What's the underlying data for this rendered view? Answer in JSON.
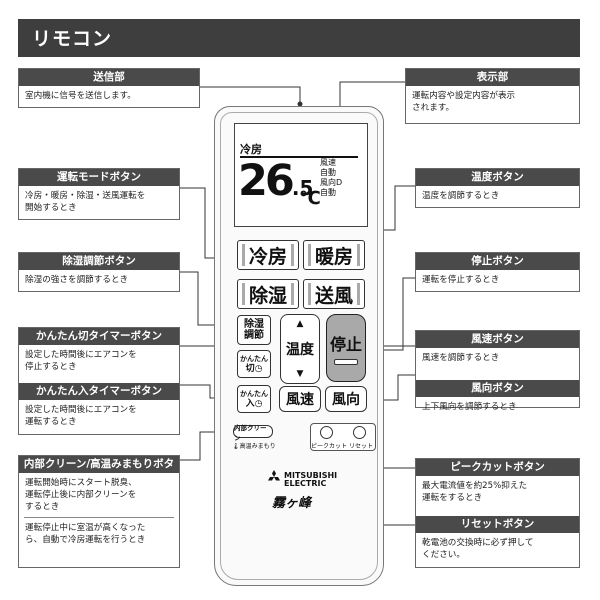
{
  "header": {
    "title": "リモコン"
  },
  "callouts": {
    "transmitter": {
      "title": "送信部",
      "desc": "室内機に信号を送信します。"
    },
    "display": {
      "title": "表示部",
      "desc": [
        "運転内容や設定内容が表示",
        "されます。"
      ]
    },
    "mode": {
      "title": "運転モードボタン",
      "desc": [
        "冷房・暖房・除湿・送風運転を",
        "開始するとき"
      ]
    },
    "temperature": {
      "title": "温度ボタン",
      "desc": "温度を調節するとき"
    },
    "dehumid": {
      "title": "除湿調節ボタン",
      "desc": "除湿の強さを調節するとき"
    },
    "stop": {
      "title": "停止ボタン",
      "desc": "運転を停止するとき"
    },
    "off_timer": {
      "title": "かんたん切タイマーボタン",
      "desc": [
        "設定した時間後にエアコンを",
        "停止するとき"
      ]
    },
    "on_timer": {
      "title": "かんたん入タイマーボタン",
      "desc": [
        "設定した時間後にエアコンを",
        "運転するとき"
      ]
    },
    "fan_speed": {
      "title": "風速ボタン",
      "desc": "風速を調節するとき"
    },
    "fan_direction": {
      "title": "風向ボタン",
      "desc": "上下風向を調節するとき"
    },
    "clean": {
      "title": "内部クリーン/高温みまもりボタン",
      "desc1": [
        "運転開始時にスタート脱臭、",
        "運転停止後に内部クリーンを",
        "するとき"
      ],
      "desc2": [
        "運転停止中に室温が高くなった",
        "ら、自動で冷房運転を行うとき"
      ]
    },
    "peak_cut": {
      "title": "ピークカットボタン",
      "desc": [
        "最大電流値を約25%抑えた",
        "運転をするとき"
      ]
    },
    "reset": {
      "title": "リセットボタン",
      "desc": [
        "乾電池の交換時に必ず押して",
        "ください。"
      ]
    }
  },
  "remote": {
    "display": {
      "mode": "冷房",
      "temp_main": "26",
      "temp_decimal": ".5",
      "unit": "℃",
      "status": [
        "風速",
        "自動",
        "風向D",
        "自動"
      ]
    },
    "buttons": {
      "cool": "冷房",
      "heat": "暖房",
      "dry": "除湿",
      "fan": "送風",
      "dehumid_adjust": [
        "除湿",
        "調節"
      ],
      "temperature": "温度",
      "stop": "停止",
      "off_timer": [
        "かんたん",
        "切"
      ],
      "on_timer": [
        "かんたん",
        "入"
      ],
      "fan_speed": "風速",
      "fan_direction": "風向",
      "internal_clean": "内部クリーン",
      "high_temp_watch": "高温みまもり",
      "peak_cut": "ピークカット",
      "reset": "リセット"
    },
    "brand": [
      "MITSUBISHI",
      "ELECTRIC"
    ],
    "series": "霧ヶ峰"
  }
}
